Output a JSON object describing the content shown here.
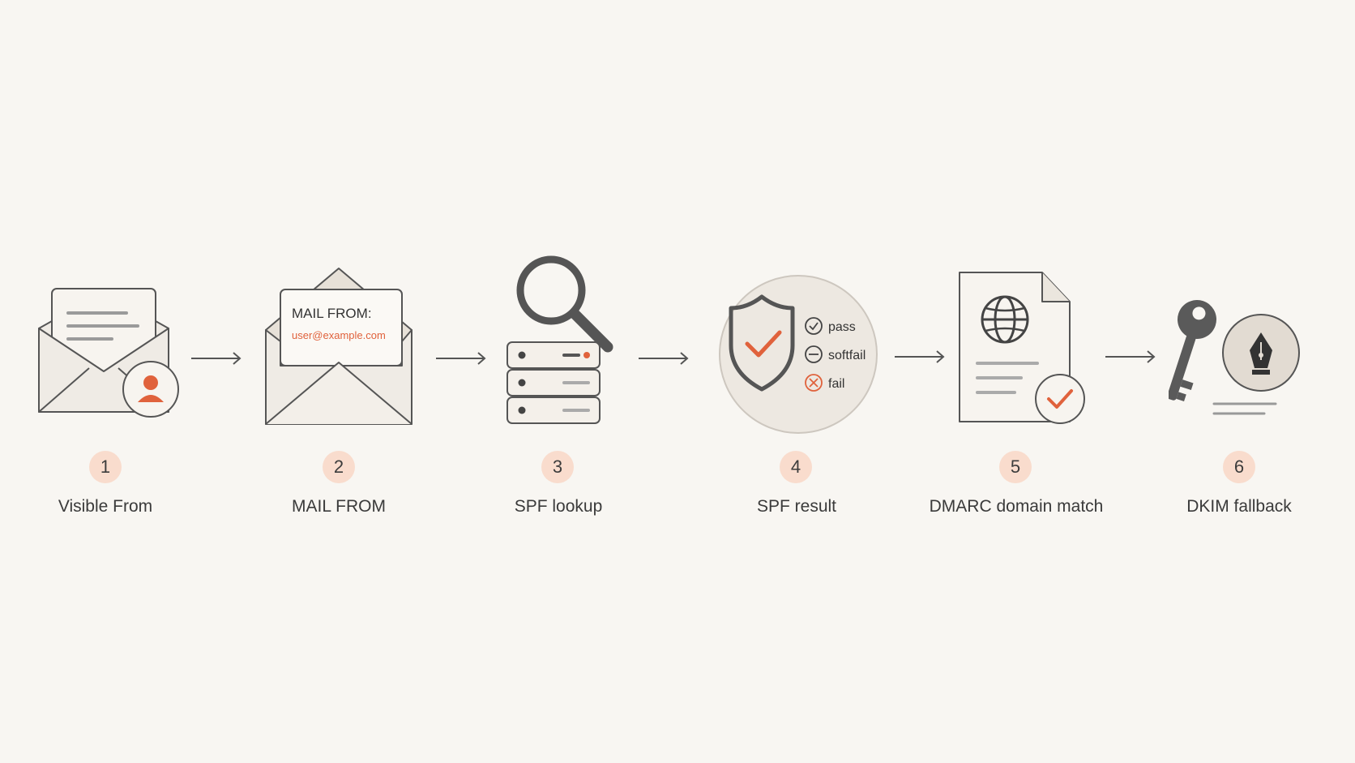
{
  "steps": [
    {
      "number": "1",
      "label": "Visible From",
      "icon": "envelope-user-icon"
    },
    {
      "number": "2",
      "label": "MAIL FROM",
      "icon": "envelope-letter-icon",
      "card_title": "MAIL FROM:",
      "card_address": "user@example.com"
    },
    {
      "number": "3",
      "label": "SPF lookup",
      "icon": "server-search-icon"
    },
    {
      "number": "4",
      "label": "SPF result",
      "icon": "shield-check-icon",
      "results": [
        "pass",
        "softfail",
        "fail"
      ]
    },
    {
      "number": "5",
      "label": "DMARC domain match",
      "icon": "document-globe-icon"
    },
    {
      "number": "6",
      "label": "DKIM fallback",
      "icon": "key-pen-icon"
    }
  ],
  "colors": {
    "background": "#f8f6f2",
    "accent": "#e0623c",
    "badge": "#f9dccd",
    "stroke": "#4a4a4a"
  }
}
